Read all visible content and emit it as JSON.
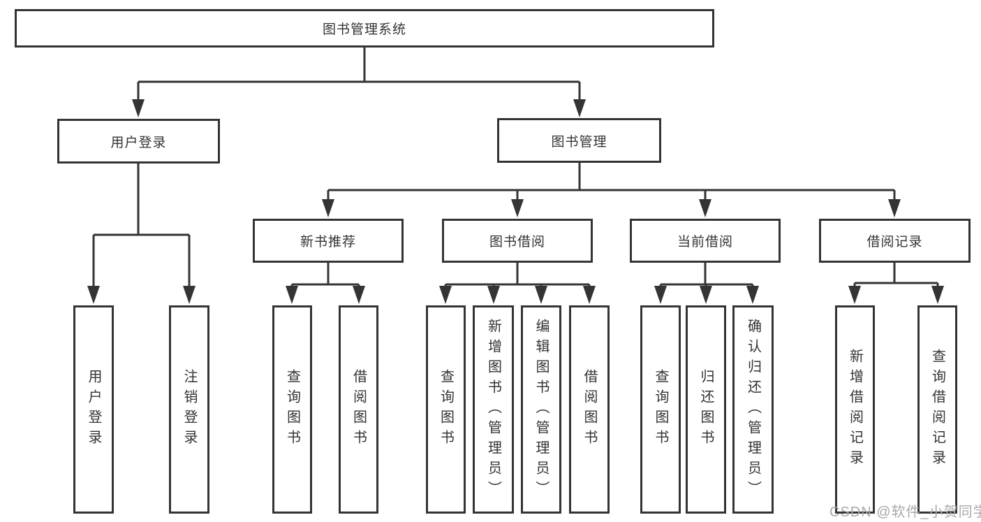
{
  "diagram_type": "hierarchy-tree",
  "tree": {
    "label": "图书管理系统",
    "children": [
      {
        "label": "用户登录",
        "children": [
          {
            "label": "用户登录"
          },
          {
            "label": "注销登录"
          }
        ]
      },
      {
        "label": "图书管理",
        "children": [
          {
            "label": "新书推荐",
            "children": [
              {
                "label": "查询图书"
              },
              {
                "label": "借阅图书"
              }
            ]
          },
          {
            "label": "图书借阅",
            "children": [
              {
                "label": "查询图书"
              },
              {
                "label": "新增图书（管理员）"
              },
              {
                "label": "编辑图书（管理员）"
              },
              {
                "label": "借阅图书"
              }
            ]
          },
          {
            "label": "当前借阅",
            "children": [
              {
                "label": "查询图书"
              },
              {
                "label": "归还图书"
              },
              {
                "label": "确认归还（管理员）"
              }
            ]
          },
          {
            "label": "借阅记录",
            "children": [
              {
                "label": "新增借阅记录"
              },
              {
                "label": "查询借阅记录"
              }
            ]
          }
        ]
      }
    ]
  },
  "watermark": {
    "text": "CSDN @软件_小贺同学",
    "color": "#a9a9ac"
  },
  "colors": {
    "line": "#343434",
    "box_border": "#343434",
    "box_fill": "#ffffff",
    "text": "#333333",
    "background": "#ffffff"
  }
}
